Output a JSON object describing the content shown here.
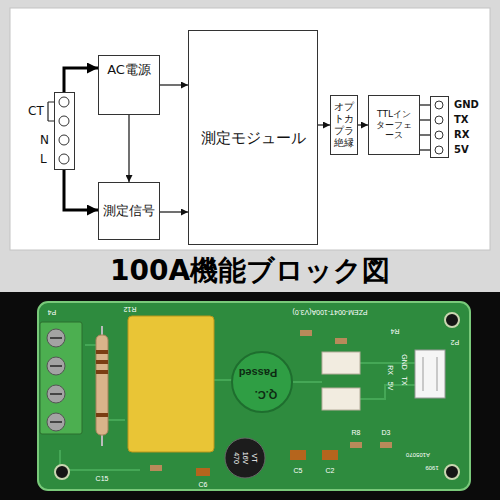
{
  "diagram": {
    "title": "100A機能ブロック図",
    "nodes": [
      {
        "text": [
          "CT",
          "N",
          "L"
        ]
      },
      {
        "text": [
          "AC電源"
        ]
      },
      {
        "text": [
          "測定信号"
        ]
      },
      {
        "text": [
          "測定モジュール"
        ]
      },
      {
        "text": [
          "オプトカプラ絶縁"
        ]
      },
      {
        "text": [
          "TTLインターフェース"
        ]
      },
      {
        "text": [
          "GND",
          "TX",
          "RX",
          "5V"
        ]
      }
    ],
    "edges": [
      {
        "from": 0,
        "to": 1,
        "arrow": "to"
      },
      {
        "from": 0,
        "to": 2,
        "arrow": "to"
      },
      {
        "from": 1,
        "to": 3,
        "arrow": "to"
      },
      {
        "from": 2,
        "to": 3,
        "arrow": "to"
      },
      {
        "from": 1,
        "to": 2,
        "arrow": "to"
      },
      {
        "from": 3,
        "to": 4,
        "arrow": "to"
      },
      {
        "from": 4,
        "to": 5,
        "arrow": "to"
      },
      {
        "from": 5,
        "to": 6,
        "arrow": "none"
      },
      {
        "from": 5,
        "to": 6,
        "arrow": "none"
      },
      {
        "from": 5,
        "to": 6,
        "arrow": "none"
      },
      {
        "from": 5,
        "to": 6,
        "arrow": "none"
      }
    ],
    "labels": [
      "P4",
      "R12",
      "PZEM-004T-100A(V3.0)",
      "R4",
      "P2",
      "Passed",
      "Q.C.",
      "GND",
      "TX",
      "RX",
      "5V",
      "470",
      "16V",
      "VT",
      "C15",
      "C6",
      "C5",
      "C2",
      "R8",
      "D3",
      "A105070",
      "1909"
    ]
  }
}
